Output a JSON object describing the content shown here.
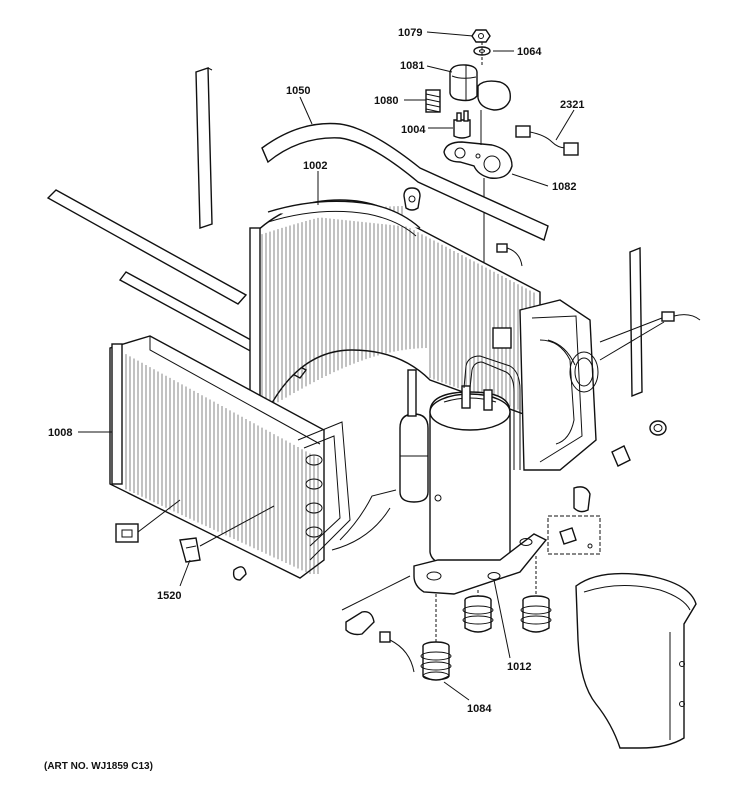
{
  "diagram": {
    "art_number": "(ART NO. WJ1859 C13)",
    "callouts": [
      {
        "id": "c1079",
        "label": "1079"
      },
      {
        "id": "c1064",
        "label": "1064"
      },
      {
        "id": "c1081",
        "label": "1081"
      },
      {
        "id": "c1080",
        "label": "1080"
      },
      {
        "id": "c1004",
        "label": "1004"
      },
      {
        "id": "c2321",
        "label": "2321"
      },
      {
        "id": "c1050",
        "label": "1050"
      },
      {
        "id": "c1082",
        "label": "1082"
      },
      {
        "id": "c1002",
        "label": "1002"
      },
      {
        "id": "c1008",
        "label": "1008"
      },
      {
        "id": "c1520",
        "label": "1520"
      },
      {
        "id": "c1012",
        "label": "1012"
      },
      {
        "id": "c1084",
        "label": "1084"
      }
    ]
  }
}
